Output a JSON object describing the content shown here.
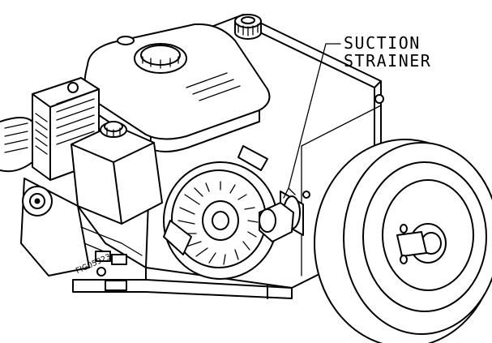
{
  "callout": {
    "line1": "SUCTION",
    "line2": "STRAINER"
  },
  "figure": {
    "id": "FIG05923"
  },
  "colors": {
    "ink": "#000000",
    "paper": "#ffffff"
  }
}
